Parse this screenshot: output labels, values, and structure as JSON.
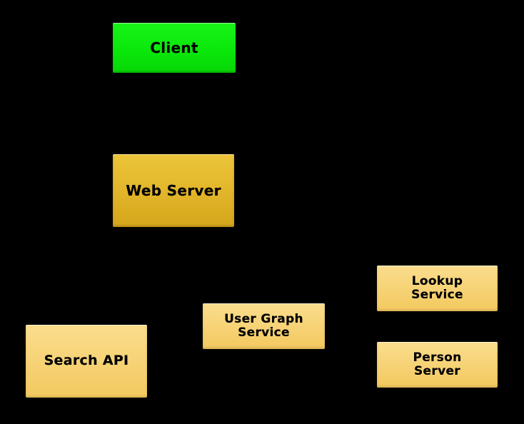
{
  "diagram": {
    "background_color": "#000000",
    "text_color": "#000000",
    "nodes": [
      {
        "id": "client",
        "label": "Client",
        "color": "#0ae80a",
        "tier": "client"
      },
      {
        "id": "web-server",
        "label": "Web Server",
        "color": "#e3b82c",
        "tier": "server"
      },
      {
        "id": "user-graph-service",
        "label": "User Graph\nService",
        "color": "#f7d479",
        "tier": "service"
      },
      {
        "id": "search-api",
        "label": "Search API",
        "color": "#f7d479",
        "tier": "service"
      },
      {
        "id": "lookup-service",
        "label": "Lookup\nService",
        "color": "#f7d479",
        "tier": "service"
      },
      {
        "id": "person-server",
        "label": "Person\nServer",
        "color": "#f7d479",
        "tier": "service"
      }
    ]
  }
}
